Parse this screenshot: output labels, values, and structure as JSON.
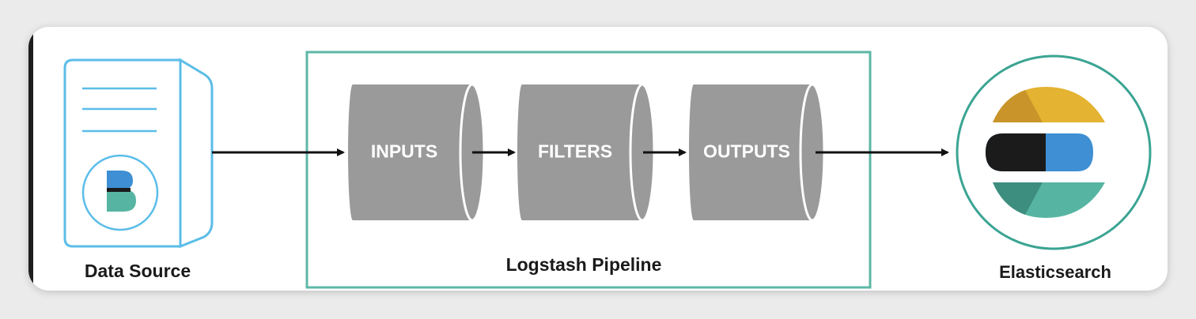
{
  "data_source": {
    "label": "Data Source"
  },
  "pipeline": {
    "label": "Logstash Pipeline",
    "stages": [
      {
        "label": "INPUTS"
      },
      {
        "label": "FILTERS"
      },
      {
        "label": "OUTPUTS"
      }
    ]
  },
  "destination": {
    "label": "Elasticsearch"
  },
  "icons": {
    "source": "document-icon",
    "beats": "beats-logo-icon",
    "elastic": "elasticsearch-logo-icon",
    "arrow": "arrow-right-icon"
  },
  "colors": {
    "source_outline": "#5bbde8",
    "pipeline_frame": "#5db7a6",
    "stage_fill": "#9a9a9a",
    "elastic_ring": "#3ba493",
    "elastic_yellow": "#e3b331",
    "elastic_dark": "#1b1b1b",
    "elastic_blue": "#3e8fd3",
    "elastic_teal": "#56b5a2"
  }
}
